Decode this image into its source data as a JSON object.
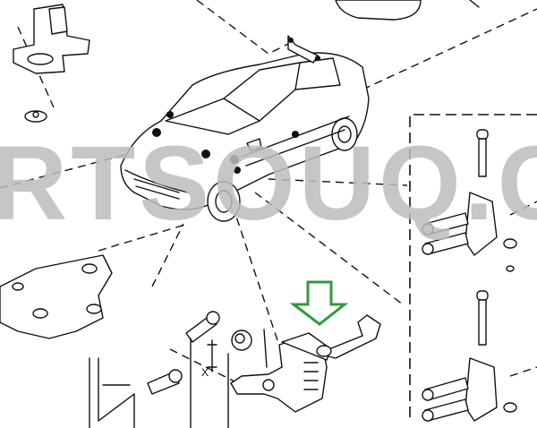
{
  "diagram": {
    "watermark": "RTSOUQ.C",
    "dimension_label": "X",
    "highlight_arrow_color": "#2e9b3e",
    "line_color": "#111111",
    "watermark_color": "#bdbdbd",
    "highlighted_part": "door-check-strap",
    "icons": [
      "down-arrow-icon"
    ]
  }
}
